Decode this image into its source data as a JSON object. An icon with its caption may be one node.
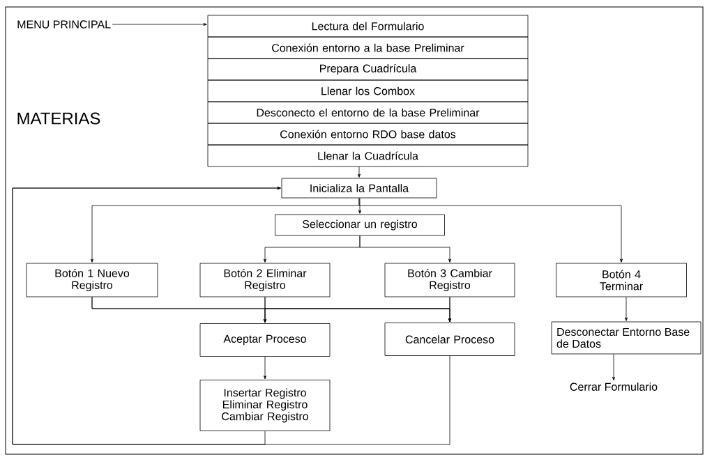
{
  "diagram": {
    "nodes": [
      {
        "text": [
          "MENU PRINCIPAL"
        ]
      },
      {
        "text": [
          "Lectura del Formulario"
        ]
      },
      {
        "text": [
          "Conexión entorno a la base Preliminar"
        ]
      },
      {
        "text": [
          "Prepara Cuadrícula"
        ]
      },
      {
        "text": [
          "Llenar los Combox"
        ]
      },
      {
        "text": [
          "Desconecto el entorno de la base Preliminar"
        ]
      },
      {
        "text": [
          "Conexión entorno RDO base datos"
        ]
      },
      {
        "text": [
          "Llenar  la Cuadrícula"
        ]
      },
      {
        "text": [
          "Inicializa la Pantalla"
        ]
      },
      {
        "text": [
          "Seleccionar un registro"
        ]
      },
      {
        "text": [
          "Botón 1 Nuevo Registro"
        ]
      },
      {
        "text": [
          "Botón 2 Eliminar Registro"
        ]
      },
      {
        "text": [
          "Botón 3 Cambiar Registro"
        ]
      },
      {
        "text": [
          "Botón 4 Terminar"
        ]
      },
      {
        "text": [
          "Aceptar  Proceso"
        ]
      },
      {
        "text": [
          "Cancelar Proceso"
        ]
      },
      {
        "text": [
          "Insertar Registro Eliminar Registro Cambiar Registro"
        ]
      },
      {
        "text": [
          "Desconectar Entorno Base de Datos"
        ]
      },
      {
        "text": [
          "Cerrar Formulario"
        ]
      }
    ],
    "edges": [
      {
        "from": 0,
        "to": 1,
        "arrow": "to"
      },
      {
        "from": 7,
        "to": 8,
        "arrow": "to"
      },
      {
        "from": 8,
        "to": 9,
        "arrow": "to"
      },
      {
        "from": 8,
        "to": 10,
        "arrow": "to"
      },
      {
        "from": 8,
        "to": 13,
        "arrow": "to"
      },
      {
        "from": 9,
        "to": 11,
        "arrow": "to"
      },
      {
        "from": 9,
        "to": 12,
        "arrow": "to"
      },
      {
        "from": 10,
        "to": 14,
        "arrow": "to"
      },
      {
        "from": 10,
        "to": 15,
        "arrow": "to"
      },
      {
        "from": 11,
        "to": 14,
        "arrow": "to"
      },
      {
        "from": 11,
        "to": 15,
        "arrow": "to"
      },
      {
        "from": 12,
        "to": 14,
        "arrow": "to"
      },
      {
        "from": 12,
        "to": 15,
        "arrow": "to"
      },
      {
        "from": 14,
        "to": 16,
        "arrow": "to"
      },
      {
        "from": 16,
        "to": 8,
        "arrow": "to"
      },
      {
        "from": 15,
        "to": 8,
        "arrow": "to"
      },
      {
        "from": 13,
        "to": 17,
        "arrow": "to"
      },
      {
        "from": 17,
        "to": 18,
        "arrow": "to"
      }
    ],
    "labels": [
      "MATERIAS"
    ]
  }
}
